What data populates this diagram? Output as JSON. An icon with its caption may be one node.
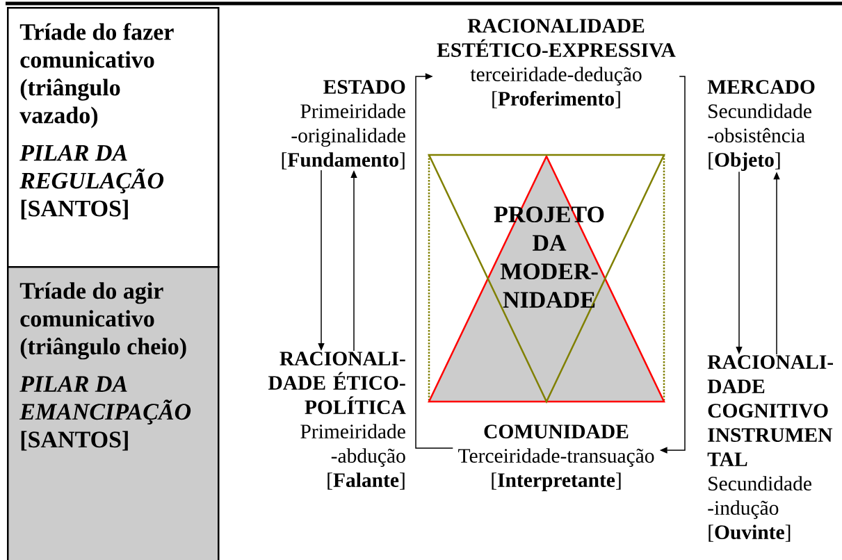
{
  "diagram": {
    "nodes": [
      {
        "text": [
          "Tríade do fazer comunicativo (triângulo vazado)",
          "PILAR DA REGULAÇÃO",
          "[SANTOS]"
        ]
      },
      {
        "text": [
          "Tríade do agir comunicativo (triângulo cheio)",
          "PILAR DA EMANCIPAÇÃO",
          "[SANTOS]"
        ]
      },
      {
        "text": [
          "ESTADO",
          "Primeiridade -originalidade",
          "[**Fundamento**]"
        ]
      },
      {
        "text": [
          "RACIONALIDADE ESTÉTICO-EXPRESSIVA",
          "terceiridade-dedução",
          "[**Proferimento**]"
        ]
      },
      {
        "text": [
          "MERCADO",
          "Secundidade -obsistência",
          "[**Objeto**]"
        ]
      },
      {
        "text": [
          "PROJETO DA MODER-NIDADE"
        ]
      },
      {
        "text": [
          "RACIONALI-DADE ÉTICO-POLÍTICA",
          "Primeiridade -abdução",
          "[**Falante**]"
        ]
      },
      {
        "text": [
          "COMUNIDADE",
          "Terceiridade-transuação",
          "[**Interpretante**]"
        ]
      },
      {
        "text": [
          "RACIONALI-DADE COGNITIVO INSTRUMEN TAL",
          "Secundidade -indução",
          "[**Ouvinte**]"
        ]
      }
    ],
    "edges": [
      {
        "from": 2,
        "to": 6,
        "arrow": "to"
      },
      {
        "from": 6,
        "to": 2,
        "arrow": "to"
      },
      {
        "from": 4,
        "to": 8,
        "arrow": "to"
      },
      {
        "from": 8,
        "to": 4,
        "arrow": "to"
      },
      {
        "from": 7,
        "to": 3,
        "arrow": "to"
      },
      {
        "from": 3,
        "to": 7,
        "arrow": "to"
      }
    ]
  }
}
